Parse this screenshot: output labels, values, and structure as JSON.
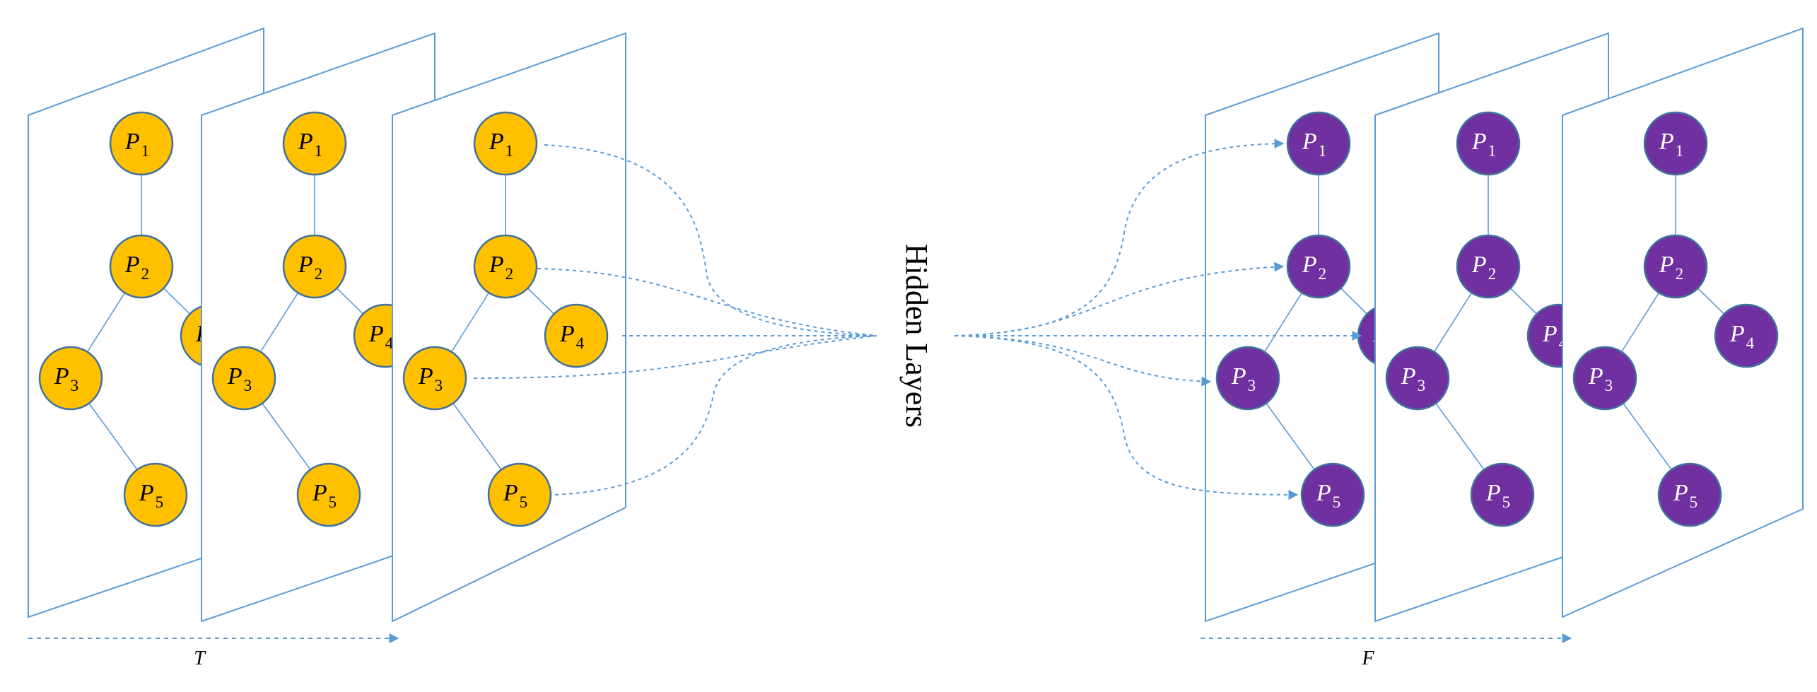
{
  "center_label": "Hidden Layers",
  "input_axis_label": "T",
  "output_axis_label": "F",
  "node_symbol": "P",
  "node_ids": [
    "1",
    "2",
    "3",
    "4",
    "5"
  ],
  "edges": [
    [
      "1",
      "2"
    ],
    [
      "2",
      "3"
    ],
    [
      "2",
      "4"
    ],
    [
      "3",
      "5"
    ]
  ],
  "colors": {
    "input_node": "#ffc000",
    "output_node": "#7030a0",
    "node_stroke": "#41719c",
    "lines": "#5b9bd5"
  }
}
